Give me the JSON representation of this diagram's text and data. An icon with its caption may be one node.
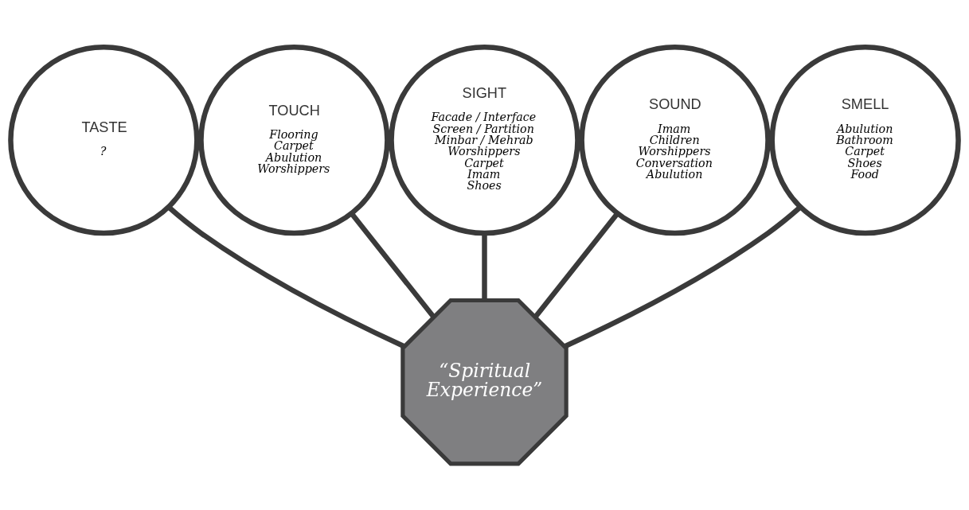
{
  "diagram": {
    "nodes": [
      {
        "text": [
          "TASTE",
          "?"
        ]
      },
      {
        "text": [
          "TOUCH",
          "Flooring",
          "Carpet",
          "Abulution",
          "Worshippers"
        ]
      },
      {
        "text": [
          "SIGHT",
          "Facade / Interface",
          "Screen / Partition",
          "Minbar / Mehrab",
          "Worshippers",
          "Carpet",
          "Imam",
          "Shoes"
        ]
      },
      {
        "text": [
          "SOUND",
          "Imam",
          "Children",
          "Worshippers",
          "Conversation",
          "Abulution"
        ]
      },
      {
        "text": [
          "SMELL",
          "Abulution",
          "Bathroom",
          "Carpet",
          "Shoes",
          "Food"
        ]
      },
      {
        "text": [
          "“Spiritual Experience”"
        ]
      }
    ],
    "edges": [
      {
        "from": 0,
        "to": 5,
        "arrow": "none"
      },
      {
        "from": 1,
        "to": 5,
        "arrow": "none"
      },
      {
        "from": 2,
        "to": 5,
        "arrow": "none"
      },
      {
        "from": 3,
        "to": 5,
        "arrow": "none"
      },
      {
        "from": 4,
        "to": 5,
        "arrow": "none"
      }
    ]
  }
}
